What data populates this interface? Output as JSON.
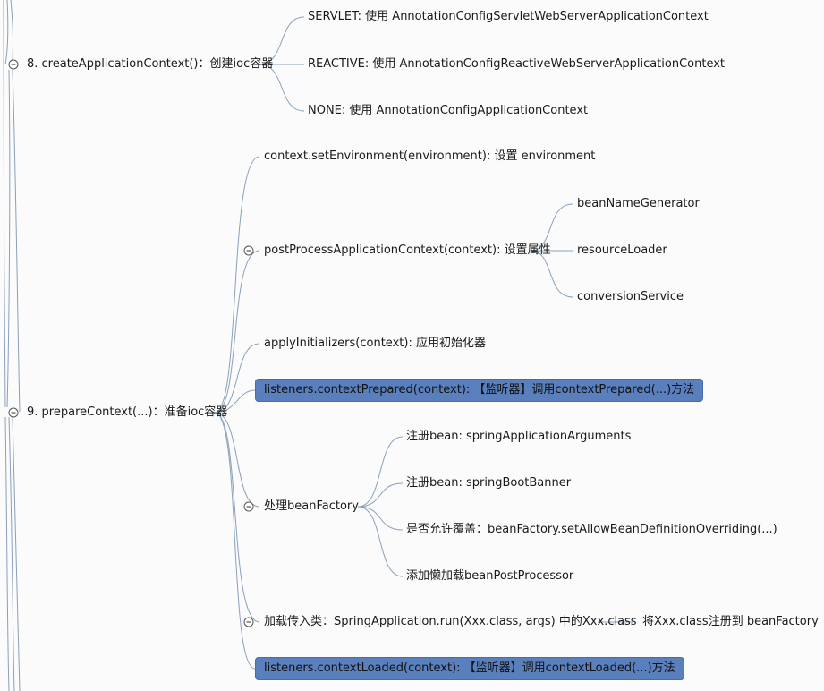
{
  "nodes": {
    "n8": "8. createApplicationContext()：创建ioc容器",
    "n8a": "SERVLET: 使用 AnnotationConfigServletWebServerApplicationContext",
    "n8b": "REACTIVE: 使用 AnnotationConfigReactiveWebServerApplicationContext",
    "n8c": "NONE: 使用 AnnotationConfigApplicationContext",
    "n9": "9. prepareContext(...)：准备ioc容器",
    "n9a": "context.setEnvironment(environment): 设置 environment",
    "n9b": "postProcessApplicationContext(context): 设置属性",
    "n9b1": "beanNameGenerator",
    "n9b2": "resourceLoader",
    "n9b3": "conversionService",
    "n9c": "applyInitializers(context): 应用初始化器",
    "n9d": "listeners.contextPrepared(context): 【监听器】调用contextPrepared(...)方法",
    "n9e": "处理beanFactory",
    "n9e1": "注册bean: springApplicationArguments",
    "n9e2": "注册bean: springBootBanner",
    "n9e3": "是否允许覆盖：beanFactory.setAllowBeanDefinitionOverriding(...)",
    "n9e4": "添加懒加载beanPostProcessor",
    "n9f": "加载传入类：SpringApplication.run(Xxx.class, args) 中的Xxx.class",
    "n9f1": "将Xxx.class注册到 beanFactory",
    "n9g": "listeners.contextLoaded(context): 【监听器】调用contextLoaded(...)方法"
  },
  "colors": {
    "connector": "#8aa0bb",
    "highlight": "#5a7fbd",
    "background": "#fbfbfb"
  }
}
